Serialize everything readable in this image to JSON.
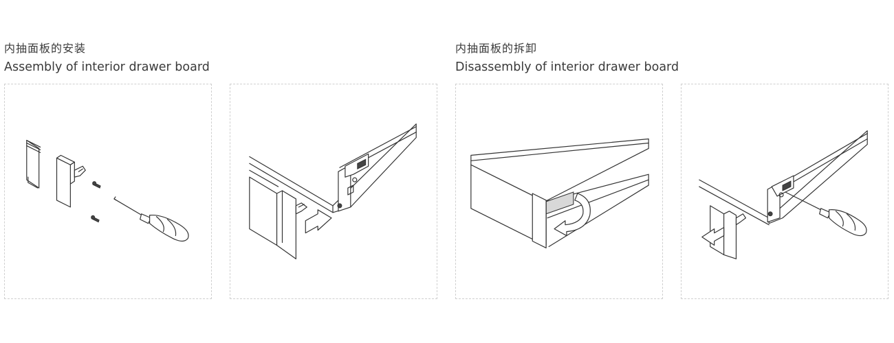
{
  "assembly": {
    "title_zh": "内抽面板的安装",
    "title_en": "Assembly of interior drawer board"
  },
  "disassembly": {
    "title_zh": "内抽面板的拆卸",
    "title_en": "Disassembly of interior drawer board"
  },
  "panels": [
    {
      "step": "assembly-parts",
      "icons": [
        "rail-profile",
        "drawer-board",
        "screw",
        "screw",
        "screwdriver-icon"
      ]
    },
    {
      "step": "assembly-insert",
      "icons": [
        "drawer-side",
        "drawer-board",
        "arrow-right-icon"
      ]
    },
    {
      "step": "disassembly-release",
      "icons": [
        "drawer-side",
        "drawer-board",
        "rotate-arrow-icon"
      ]
    },
    {
      "step": "disassembly-remove",
      "icons": [
        "drawer-side",
        "drawer-board",
        "screwdriver-icon",
        "arrow-left-icon"
      ]
    }
  ]
}
